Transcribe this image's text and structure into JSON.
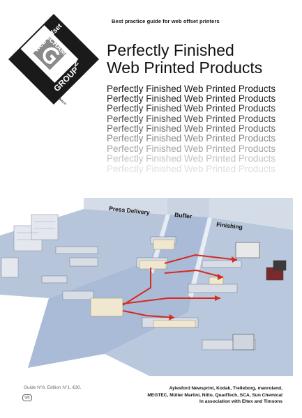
{
  "header": {
    "subtitle": "Best practice guide for web offset printers",
    "title_line1": "Perfectly Finished",
    "title_line2": "Web Printed Products"
  },
  "echo_lines": [
    "Perfectly Finished Web Printed Products",
    "Perfectly Finished Web Printed Products",
    "Perfectly Finished Web Printed Products",
    "Perfectly Finished Web Printed Products",
    "Perfectly Finished Web Printed Products",
    "Perfectly Finished Web Printed Products",
    "Perfectly Finished Web Printed Products",
    "Perfectly Finished Web Printed Products",
    "Perfectly Finished Web Printed Products"
  ],
  "logo": {
    "text_web_offset": "Web Offset",
    "text_champion": "CHAMPION",
    "text_group": "GROUP",
    "text_tagline": "PROMOTING BEST PRINTING PRACTICE",
    "dark_color": "#1a1a1a",
    "mid_color": "#8a8a8a"
  },
  "illustration": {
    "zone_press_delivery": "Press Delivery",
    "zone_buffer": "Buffer",
    "zone_finishing": "Finishing",
    "arrow_color": "#d62a1f",
    "floor_color": "#a9bbd6"
  },
  "footer": {
    "guide_text": "Guide N°8. Edition N°1.  €30.",
    "badge_text": "GB",
    "partners_line1": "Aylesford Newsprint, Kodak, Trelleborg, manroland,",
    "partners_line2": "MEGTEC, Müller Martini, Nitto, QuadTech, SCA, Sun Chemical",
    "partners_line3": "In association with Eltex and Timsons"
  }
}
